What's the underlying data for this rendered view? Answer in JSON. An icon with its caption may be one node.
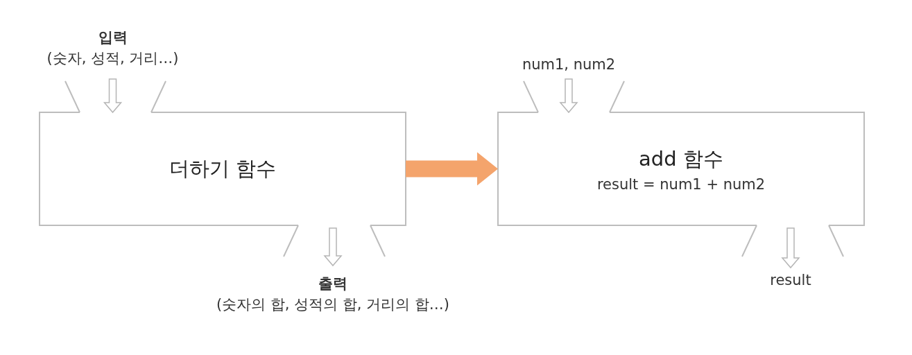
{
  "diagram": {
    "nodes": [
      {
        "text": [
          "입력",
          "(숫자, 성적, 거리…)"
        ]
      },
      {
        "text": [
          "더하기 함수"
        ]
      },
      {
        "text": [
          "출력",
          "(숫자의 합, 성적의 합, 거리의 합…)"
        ]
      },
      {
        "text": [
          "num1, num2"
        ]
      },
      {
        "text": [
          "add 함수",
          "result = num1 + num2"
        ]
      },
      {
        "text": [
          "result"
        ]
      }
    ],
    "edges": [
      {
        "from": 0,
        "to": 1,
        "arrow": "to"
      },
      {
        "from": 1,
        "to": 2,
        "arrow": "to"
      },
      {
        "from": 1,
        "to": 4,
        "arrow": "to",
        "style": "thick",
        "color": "#f4a46c"
      },
      {
        "from": 3,
        "to": 4,
        "arrow": "to"
      },
      {
        "from": 4,
        "to": 5,
        "arrow": "to"
      }
    ]
  }
}
